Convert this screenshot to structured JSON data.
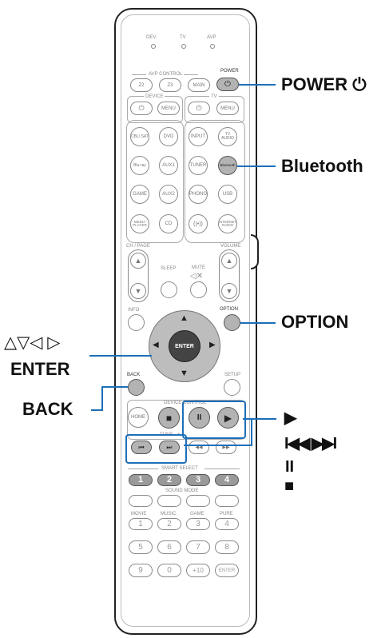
{
  "top_labels": {
    "dev": "DEV.",
    "tv": "TV",
    "avp": "AVP"
  },
  "avp_control": {
    "label": "AVP CONTROL",
    "z2": "Z2",
    "z3": "Z3",
    "main": "MAIN",
    "power_label": "POWER",
    "power_glyph": "⏻"
  },
  "device_tv": {
    "device_label": "DEVICE",
    "tv_label": "TV",
    "power_glyph": "⏻",
    "menu": "MENU"
  },
  "sources": {
    "row1": [
      "CBL/ SAT",
      "DVD",
      "INPUT",
      "TV AUDIO"
    ],
    "row2": [
      "Blu-ray",
      "AUX1",
      "TUNER",
      "Bluetooth"
    ],
    "row3": [
      "GAME",
      "AUX2",
      "PHONO",
      "USB"
    ],
    "row4": [
      "MEDIA PLAYER",
      "CD",
      "((•))",
      "INTERNET RADIO"
    ]
  },
  "ch_page": {
    "label": "CH / PAGE",
    "up": "▲",
    "down": "▼"
  },
  "volume": {
    "label": "VOLUME",
    "up": "▲",
    "down": "▼"
  },
  "center": {
    "sleep": "SLEEP",
    "mute": "MUTE",
    "mute_icon": "◁✕"
  },
  "nav": {
    "info": "INFO",
    "option": "OPTION",
    "back": "BACK",
    "setup": "SETUP",
    "enter": "ENTER",
    "up": "▲",
    "down": "▼",
    "left": "◀",
    "right": "▶"
  },
  "device_control": {
    "label": "DEVICE CONTROL",
    "home": "HOME",
    "stop": "■",
    "pause": "II",
    "play": "▶",
    "tune_label": "TUNE",
    "tune_minus": "−",
    "tune_plus": "+",
    "prev": "⏮",
    "next": "⏭",
    "rew": "◀◀",
    "ff": "▶▶"
  },
  "smart_select": {
    "label": "SMART SELECT",
    "buttons": [
      "1",
      "2",
      "3",
      "4"
    ]
  },
  "sound_mode": {
    "label": "SOUND MODE",
    "modes": [
      "MOVIE",
      "MUSIC",
      "GAME",
      "PURE"
    ],
    "digits": [
      "1",
      "2",
      "3",
      "4"
    ]
  },
  "numpad": {
    "row1": [
      "5",
      "6",
      "7",
      "8"
    ],
    "row2": [
      "9",
      "0",
      "+10",
      "ENTER"
    ]
  },
  "callouts": {
    "power": "POWER ⏻",
    "bluetooth": "Bluetooth",
    "option": "OPTION",
    "arrows": "△▽◁ ▷",
    "enter": "ENTER",
    "back": "BACK",
    "play": "▶",
    "skip": "I◀◀ ▶▶I",
    "pause": "II",
    "stop": "■"
  },
  "colors": {
    "callout_line": "#1d6fb8",
    "highlight": "#b3b3b3",
    "nav_ring": "#bdbdbd",
    "enter_center": "#444444"
  }
}
